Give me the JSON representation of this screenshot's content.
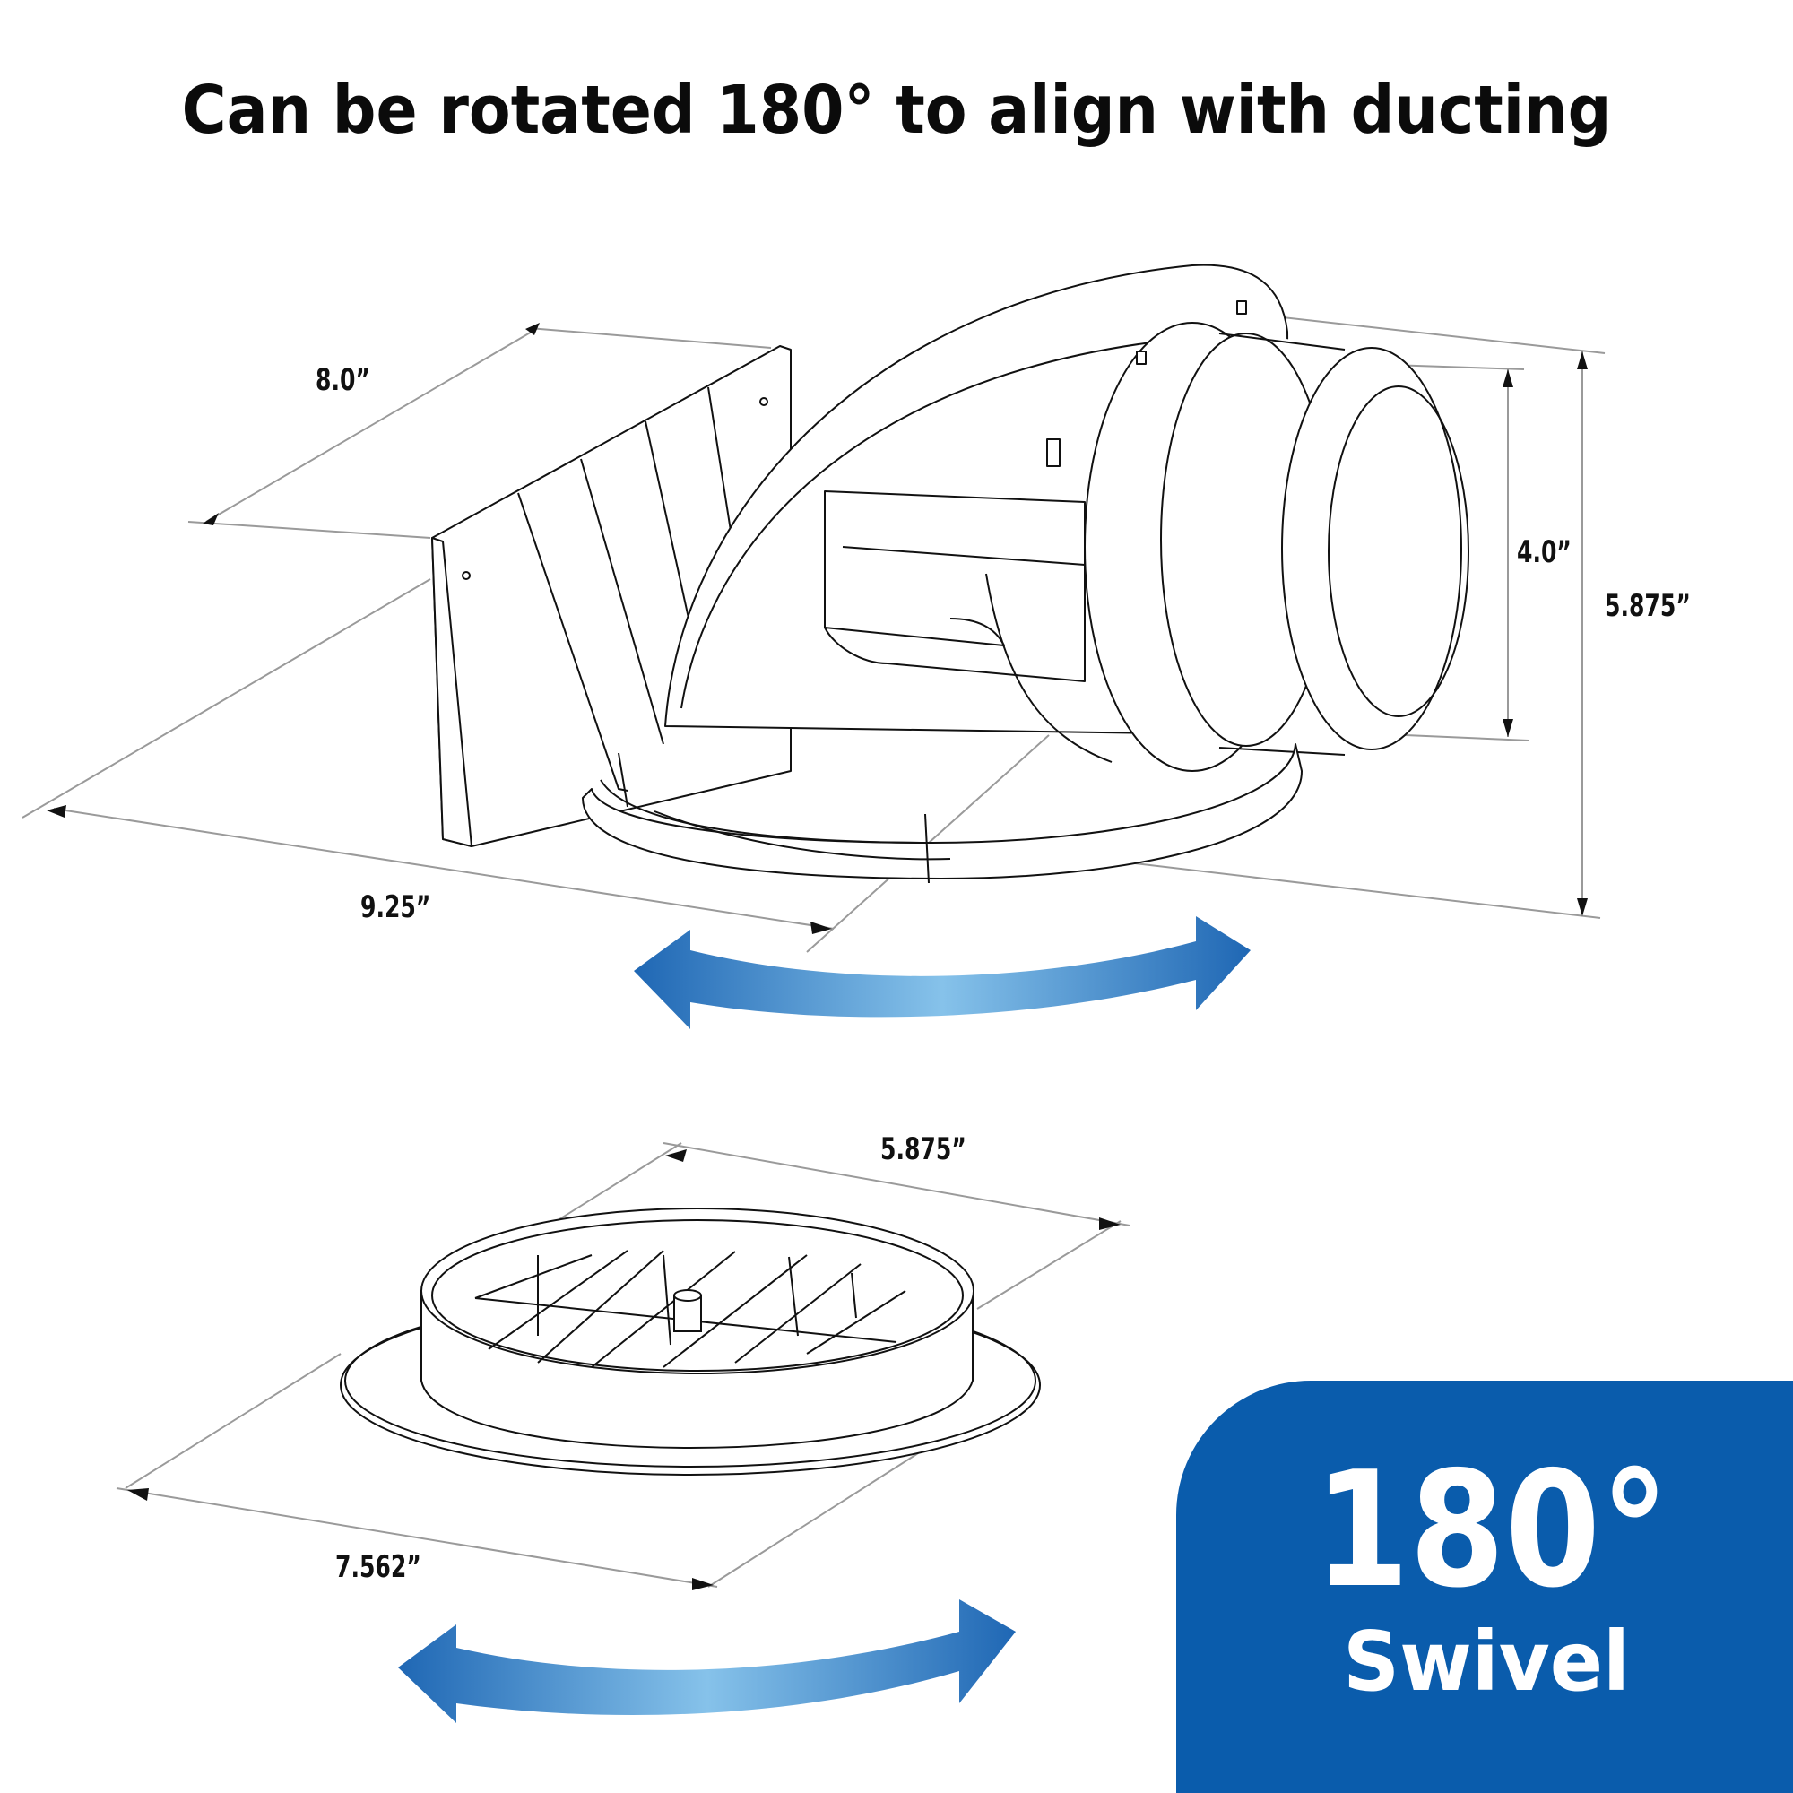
{
  "headline": "Can be rotated 180° to align with ducting",
  "top_view": {
    "label": "wall-vent-hood-side-view",
    "dimensions": {
      "depth": "8.0”",
      "width": "9.25”",
      "duct_diameter": "4.0”",
      "height": "5.875”"
    }
  },
  "bottom_view": {
    "label": "round-louvered-grille",
    "dimensions": {
      "inner_diameter": "5.875”",
      "outer_diameter": "7.562”"
    }
  },
  "rotation_arrows": {
    "count": 2,
    "gradient": [
      "#1f67b4",
      "#86c2ea",
      "#1f67b4"
    ]
  },
  "badge": {
    "degrees": "180°",
    "word": "Swivel",
    "color": "#0a5cac"
  },
  "colors": {
    "line_art": "#111111",
    "dimension_line": "#9a9a9a",
    "text": "#0b0b0b"
  }
}
